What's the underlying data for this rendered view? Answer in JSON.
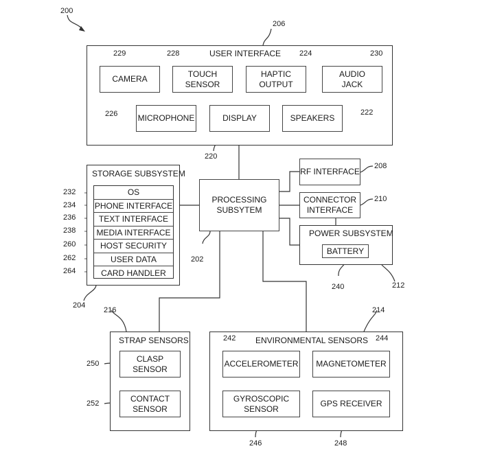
{
  "figure_ref": "200",
  "user_interface": {
    "ref": "206",
    "title": "USER INTERFACE",
    "camera": {
      "ref": "229",
      "label": "CAMERA"
    },
    "touch_sensor": {
      "ref": "228",
      "label": "TOUCH\nSENSOR"
    },
    "haptic_output": {
      "ref": "224",
      "label": "HAPTIC\nOUTPUT"
    },
    "audio_jack": {
      "ref": "230",
      "label": "AUDIO\nJACK"
    },
    "microphone": {
      "ref": "226",
      "label": "MICROPHONE"
    },
    "display": {
      "ref": "220",
      "label": "DISPLAY"
    },
    "speakers": {
      "ref": "222",
      "label": "SPEAKERS"
    }
  },
  "storage": {
    "ref": "204",
    "title": "STORAGE SUBSYSTEM",
    "items": [
      {
        "ref": "232",
        "label": "OS"
      },
      {
        "ref": "234",
        "label": "PHONE INTERFACE"
      },
      {
        "ref": "236",
        "label": "TEXT INTERFACE"
      },
      {
        "ref": "238",
        "label": "MEDIA INTERFACE"
      },
      {
        "ref": "260",
        "label": "HOST SECURITY"
      },
      {
        "ref": "262",
        "label": "USER DATA"
      },
      {
        "ref": "264",
        "label": "CARD HANDLER"
      }
    ]
  },
  "processing": {
    "ref": "202",
    "label": "PROCESSING\nSUBSYTEM"
  },
  "rf_interface": {
    "ref": "208",
    "label": "RF INTERFACE"
  },
  "connector_interface": {
    "ref": "210",
    "label": "CONNECTOR\nINTERFACE"
  },
  "power": {
    "ref": "212",
    "title": "POWER SUBSYSTEM",
    "battery": {
      "ref": "240",
      "label": "BATTERY"
    }
  },
  "strap": {
    "ref": "216",
    "title": "STRAP SENSORS",
    "clasp": {
      "ref": "250",
      "label": "CLASP\nSENSOR"
    },
    "contact": {
      "ref": "252",
      "label": "CONTACT\nSENSOR"
    }
  },
  "environmental": {
    "ref": "214",
    "title": "ENVIRONMENTAL SENSORS",
    "accelerometer": {
      "ref": "242",
      "label": "ACCELEROMETER"
    },
    "magnetometer": {
      "ref": "244",
      "label": "MAGNETOMETER"
    },
    "gyroscopic": {
      "ref": "246",
      "label": "GYROSCOPIC\nSENSOR"
    },
    "gps": {
      "ref": "248",
      "label": "GPS RECEIVER"
    }
  }
}
